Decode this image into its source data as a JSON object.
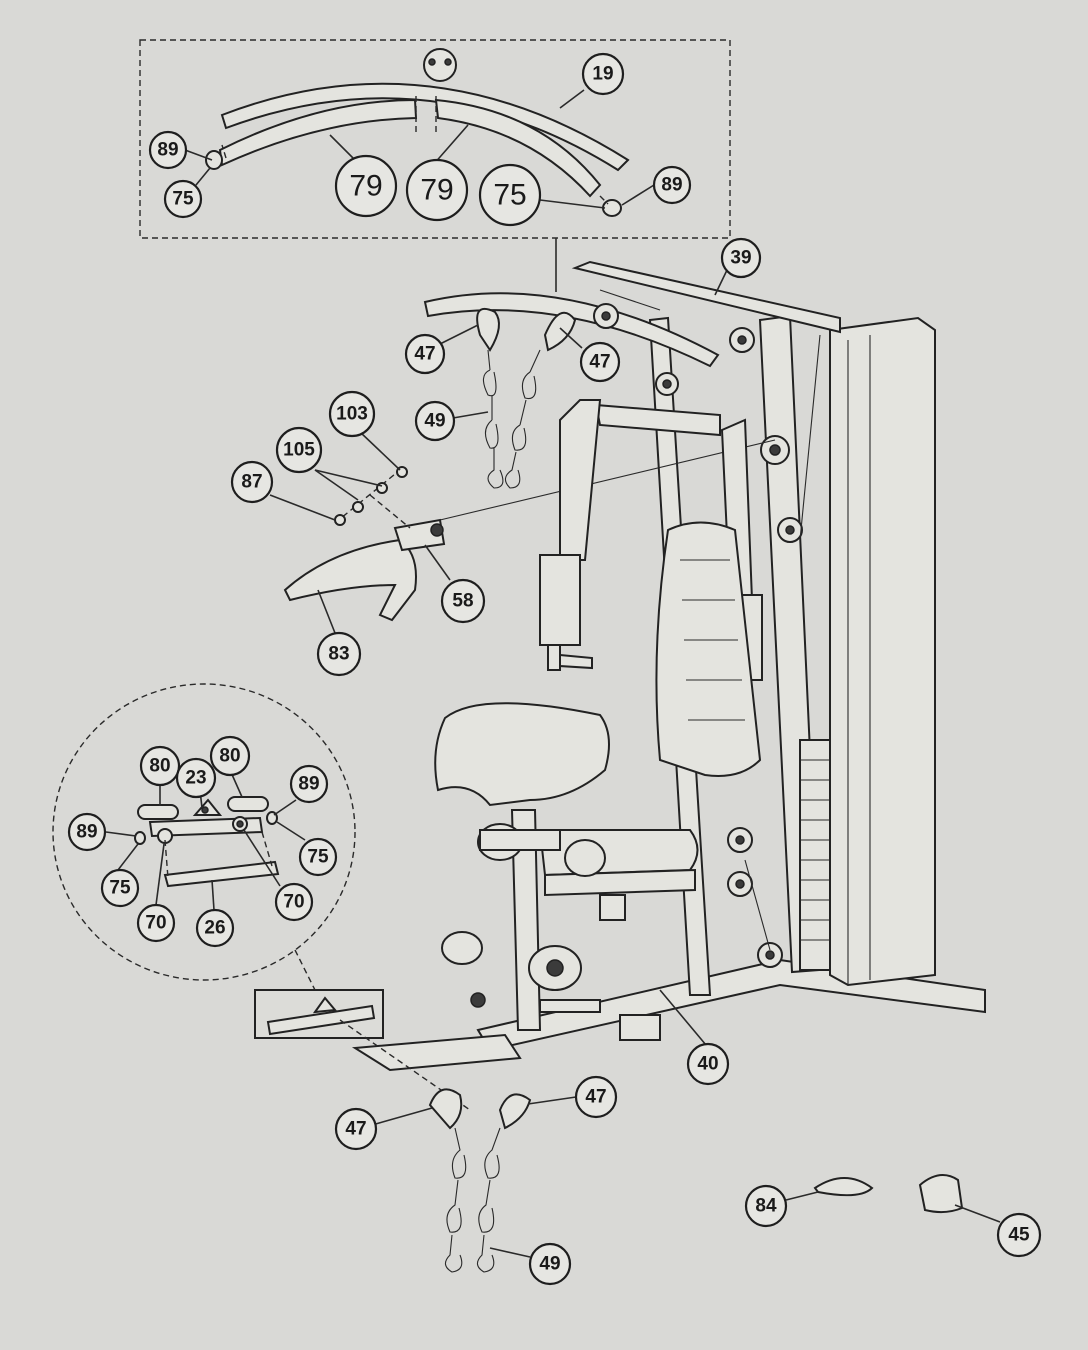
{
  "diagram": {
    "part_labels": [
      "19",
      "89",
      "75",
      "79",
      "79",
      "75",
      "89",
      "39",
      "47",
      "47",
      "49",
      "103",
      "105",
      "87",
      "58",
      "83",
      "80",
      "80",
      "23",
      "89",
      "89",
      "75",
      "75",
      "70",
      "70",
      "26",
      "40",
      "47",
      "47",
      "49",
      "84",
      "45"
    ]
  }
}
